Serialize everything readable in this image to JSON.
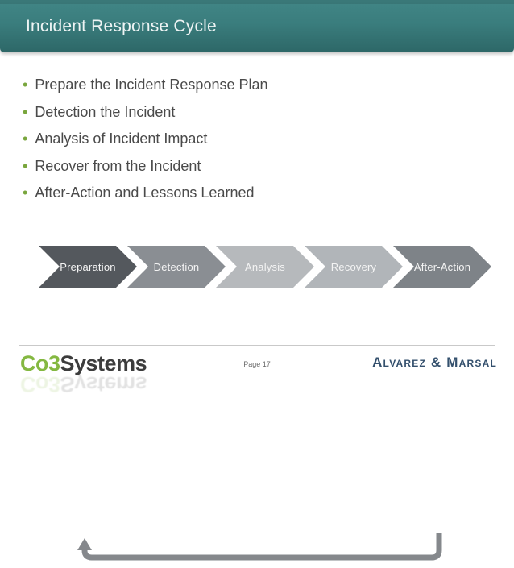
{
  "colors": {
    "header_top": "#418686",
    "header_mid": "#3a7d7d",
    "header_bottom": "#2d6767",
    "title_text": "#eef4f4",
    "bullet_text": "#4a4a4a",
    "bullet_dot": "#79a63d",
    "chevron_text": "#f4f4f4",
    "arrow_gray": "#85888c",
    "footer_line": "#c9c9c9",
    "co3_green": "#84b841",
    "co3_dark": "#3c3c3c",
    "page_gray": "#6b6b6b",
    "brand_navy": "#34506d"
  },
  "header": {
    "title": "Incident Response Cycle"
  },
  "bullets": [
    "Prepare the Incident Response Plan",
    "Detection the Incident",
    "Analysis of Incident Impact",
    "Recover from the Incident",
    "After-Action and Lessons Learned"
  ],
  "process_flow": {
    "steps": [
      {
        "label": "Preparation",
        "color": "#54585d"
      },
      {
        "label": "Detection",
        "color": "#8a8e93"
      },
      {
        "label": "Analysis",
        "color": "#b6b9bc"
      },
      {
        "label": "Recovery",
        "color": "#b1b5b9"
      },
      {
        "label": "After-Action",
        "color": "#7e8388"
      }
    ]
  },
  "footer": {
    "logo_co3": "Co3",
    "logo_systems": "Systems",
    "page_label": "Page 17",
    "brand": "Alvarez & Marsal"
  }
}
